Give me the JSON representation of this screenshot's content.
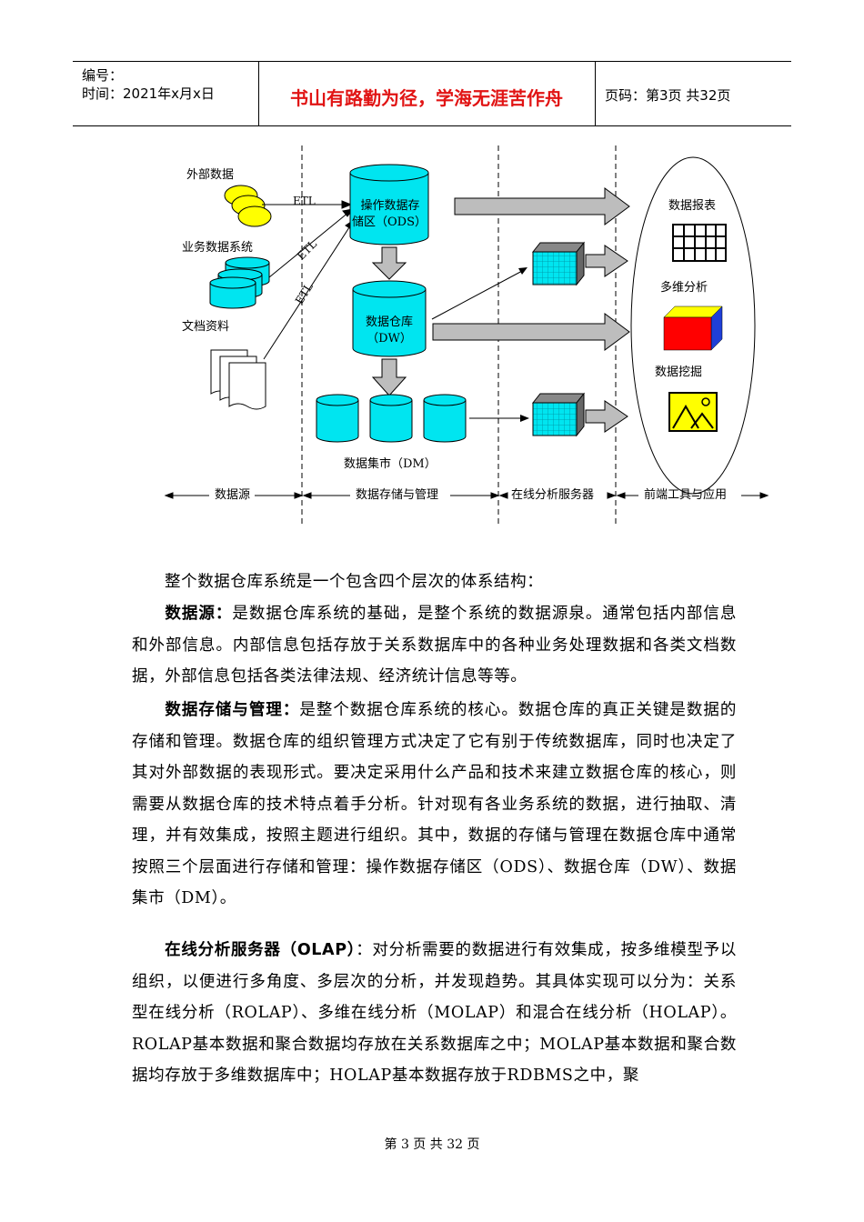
{
  "header": {
    "number_label": "编号：",
    "time_label": "时间：2021年x月x日",
    "motto": "书山有路勤为径，学海无涯苦作舟",
    "page_info": "页码：第3页  共32页"
  },
  "diagram": {
    "external_data": "外部数据",
    "business_systems": "业务数据系统",
    "documents": "文档资料",
    "etl1": "ETL",
    "etl2": "ETL",
    "etl3": "ETL",
    "ods_line1": "操作数据存",
    "ods_line2": "储区（ODS）",
    "dw_line1": "数据仓库",
    "dw_line2": "（DW）",
    "dm": "数据集市（DM）",
    "report": "数据报表",
    "multidim": "多维分析",
    "mining": "数据挖掘",
    "section_source": "数据源",
    "section_storage": "数据存储与管理",
    "section_olap": "在线分析服务器",
    "section_frontend": "前端工具与应用"
  },
  "body": {
    "p1": "整个数据仓库系统是一个包含四个层次的体系结构：",
    "p2_bold": "数据源：",
    "p2_text": "是数据仓库系统的基础，是整个系统的数据源泉。通常包括内部信息和外部信息。内部信息包括存放于关系数据库中的各种业务处理数据和各类文档数据，外部信息包括各类法律法规、经济统计信息等等。",
    "p3_bold": "数据存储与管理：",
    "p3_text": "是整个数据仓库系统的核心。数据仓库的真正关键是数据的存储和管理。数据仓库的组织管理方式决定了它有别于传统数据库，同时也决定了其对外部数据的表现形式。要决定采用什么产品和技术来建立数据仓库的核心，则需要从数据仓库的技术特点着手分析。针对现有各业务系统的数据，进行抽取、清理，并有效集成，按照主题进行组织。其中，数据的存储与管理在数据仓库中通常按照三个层面进行存储和管理：操作数据存储区（ODS）、数据仓库（DW）、数据集市（DM）。",
    "p4_bold": "在线分析服务器（OLAP）",
    "p4_text": "：对分析需要的数据进行有效集成，按多维模型予以组织，以便进行多角度、多层次的分析，并发现趋势。其具体实现可以分为：关系型在线分析（ROLAP）、多维在线分析（MOLAP）和混合在线分析（HOLAP）。ROLAP基本数据和聚合数据均存放在关系数据库之中；MOLAP基本数据和聚合数据均存放于多维数据库中；HOLAP基本数据存放于RDBMS之中，聚"
  },
  "footer": {
    "page": "第 3 页 共 32 页"
  },
  "colors": {
    "cyan": "#00e5f0",
    "yellow": "#ffff00",
    "red": "#ff0000",
    "blue": "#1f3fd8",
    "motto_red": "#e11414"
  }
}
